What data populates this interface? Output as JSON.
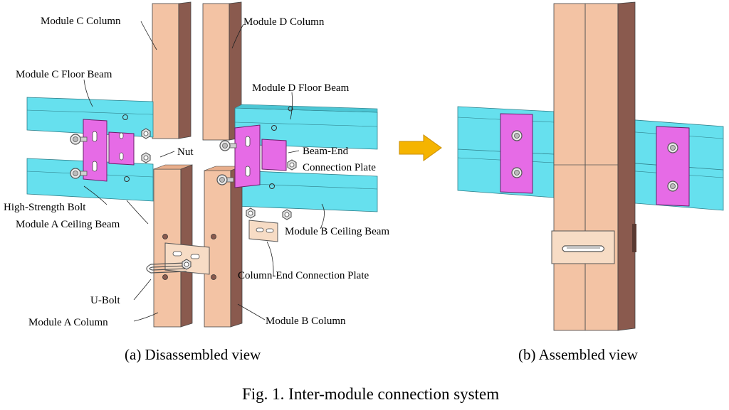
{
  "labels": {
    "module_c_column": "Module C Column",
    "module_d_column": "Module D Column",
    "module_c_floor_beam": "Module C Floor Beam",
    "module_d_floor_beam": "Module D Floor Beam",
    "nut": "Nut",
    "beam_end_plate_line1": "Beam-End",
    "beam_end_plate_line2": "Connection Plate",
    "high_strength_bolt": "High-Strength Bolt",
    "module_a_ceiling_beam": "Module A Ceiling Beam",
    "module_b_ceiling_beam": "Module B Ceiling Beam",
    "column_end_plate": "Column-End Connection Plate",
    "u_bolt": "U-Bolt",
    "module_a_column": "Module A Column",
    "module_b_column": "Module B Column"
  },
  "subcaptions": {
    "a": "(a) Disassembled view",
    "b": "(b) Assembled view"
  },
  "caption": "Fig. 1. Inter-module connection system",
  "colors": {
    "beam": "#66e0ee",
    "beam_dark": "#2f9aa8",
    "column_front": "#f3c3a4",
    "column_side": "#8a5a4e",
    "plate_magenta": "#e66be6",
    "column_end_plate": "#f7dcc5",
    "arrow": "#f5b400"
  },
  "icons": {
    "arrow": "right-arrow-icon"
  }
}
